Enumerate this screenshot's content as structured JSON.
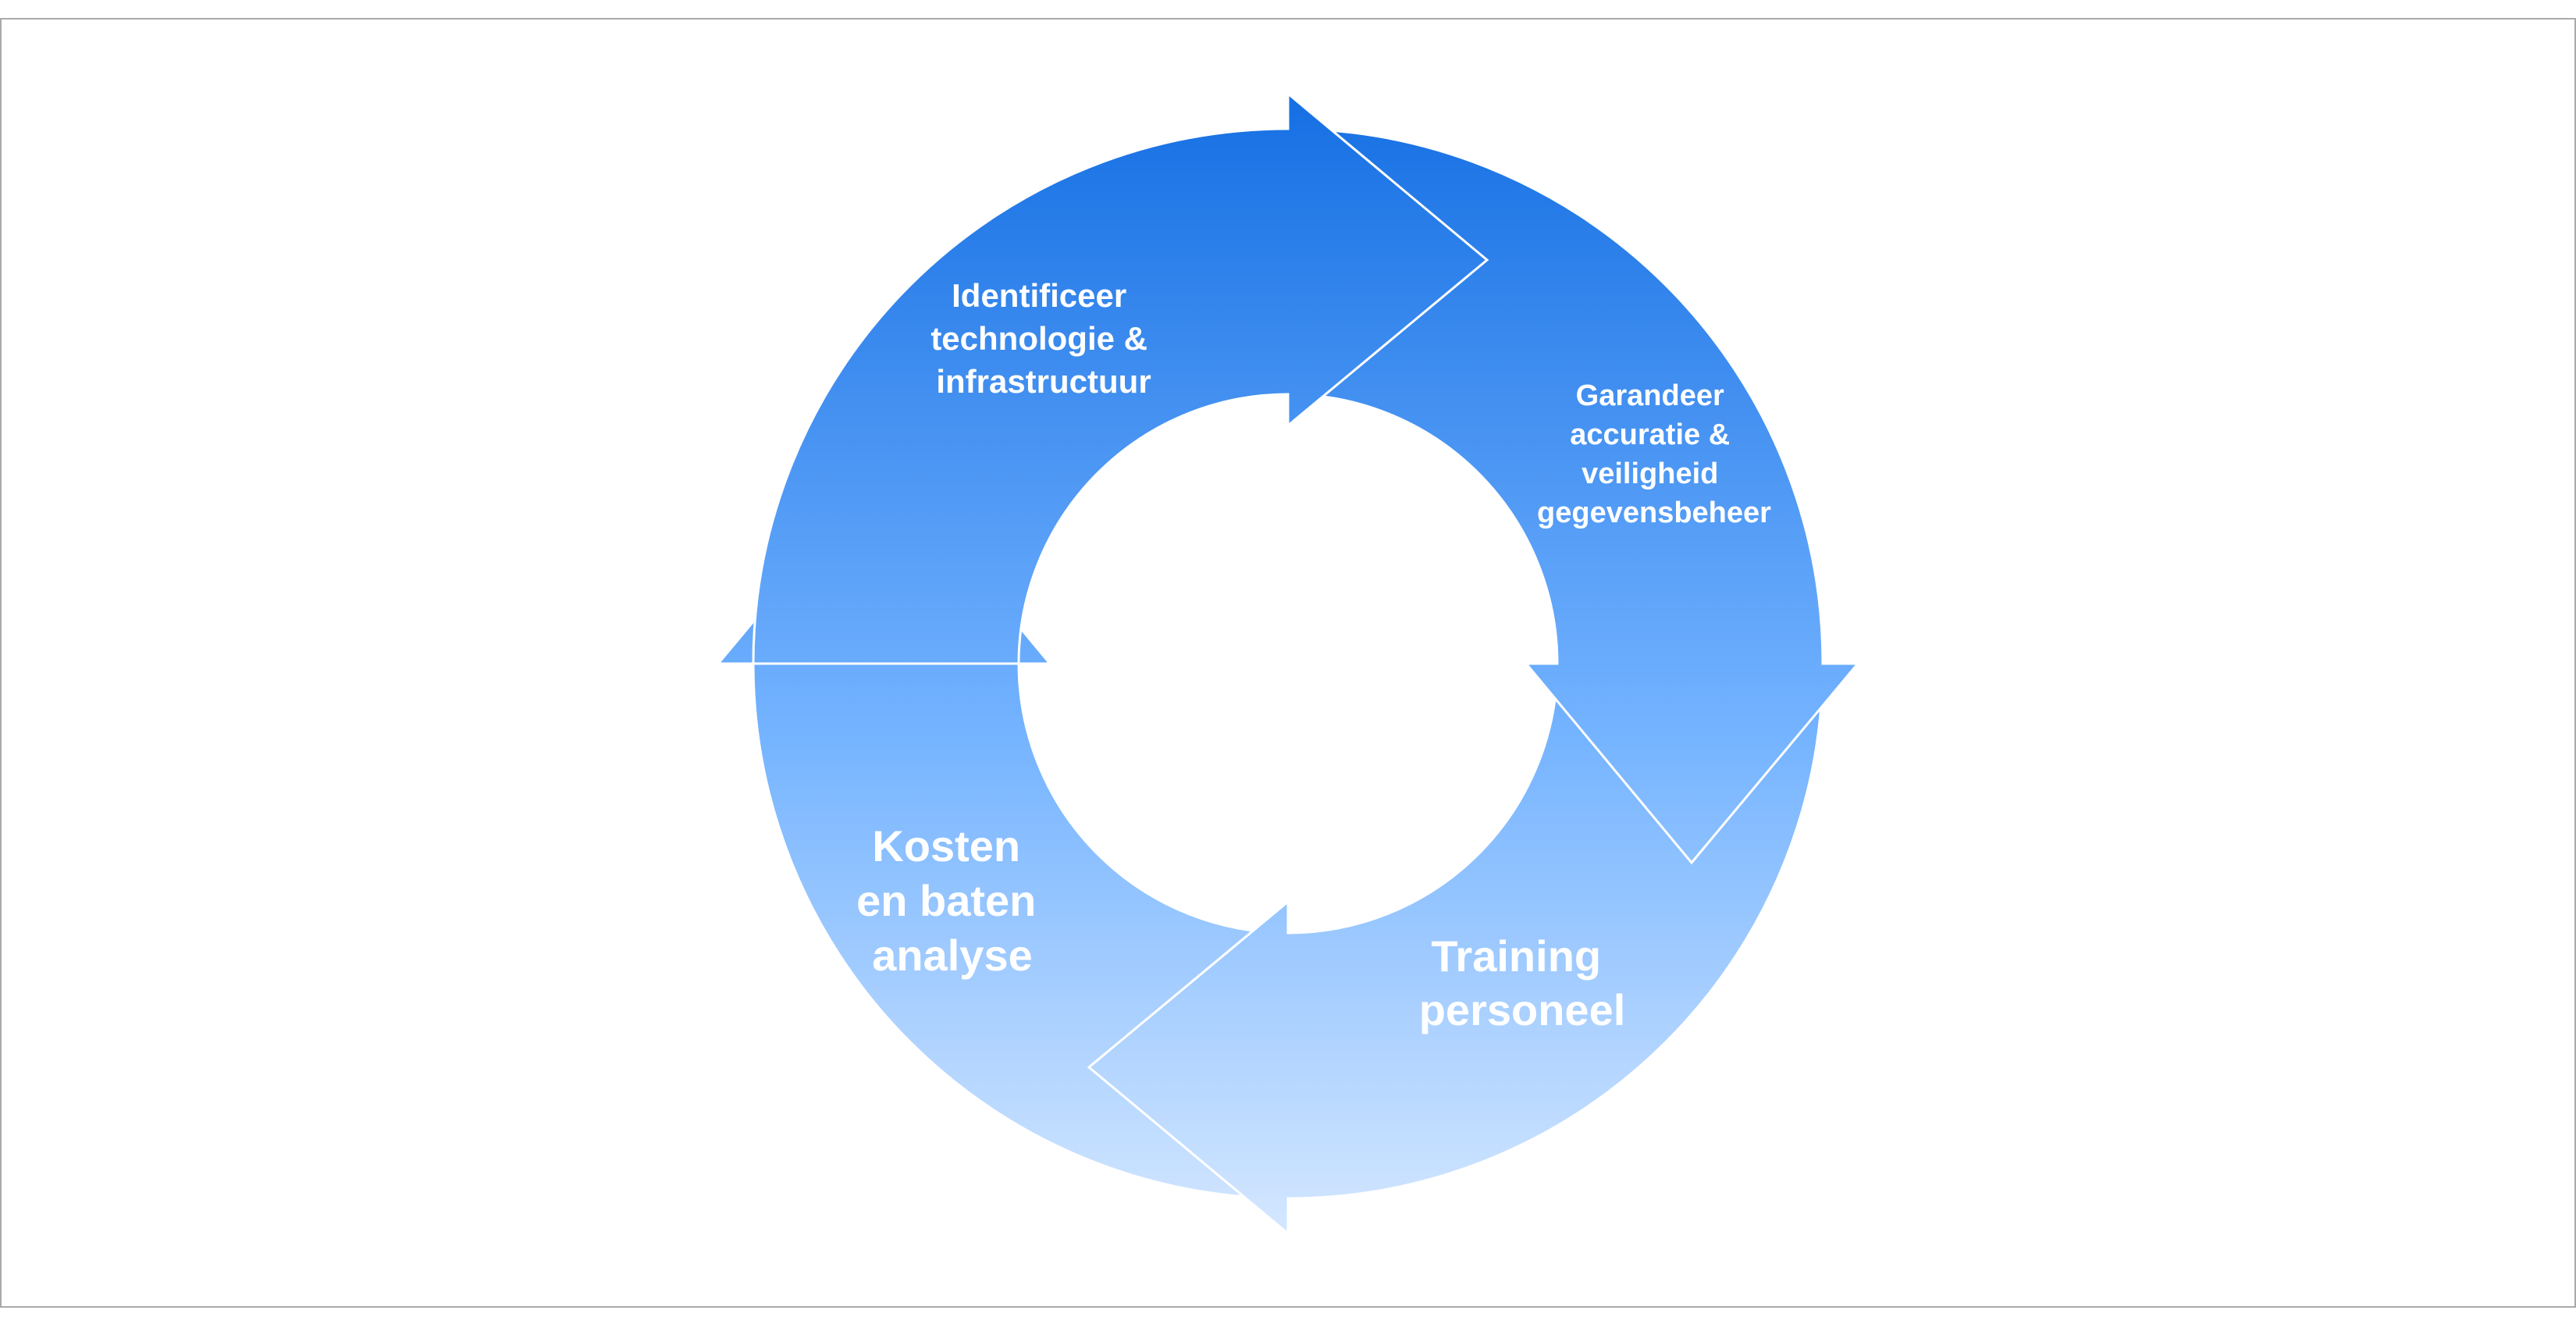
{
  "diagram": {
    "type": "cycle",
    "colors": {
      "gradient_top": "#156fe3",
      "gradient_bottom": "#d4e7ff",
      "outline": "#ffffff",
      "frame": "#aaaaaa",
      "text": "#ffffff"
    },
    "steps": [
      {
        "id": "identify",
        "lines": [
          "Identificeer",
          "technologie &",
          "infrastructuur"
        ]
      },
      {
        "id": "guarantee",
        "lines": [
          "Garandeer",
          "accuratie &",
          "veiligheid",
          "gegevensbeheer"
        ]
      },
      {
        "id": "training",
        "lines": [
          "Training",
          "personeel"
        ]
      },
      {
        "id": "cost-benefit",
        "lines": [
          "Kosten",
          "en baten",
          "analyse"
        ]
      }
    ]
  }
}
